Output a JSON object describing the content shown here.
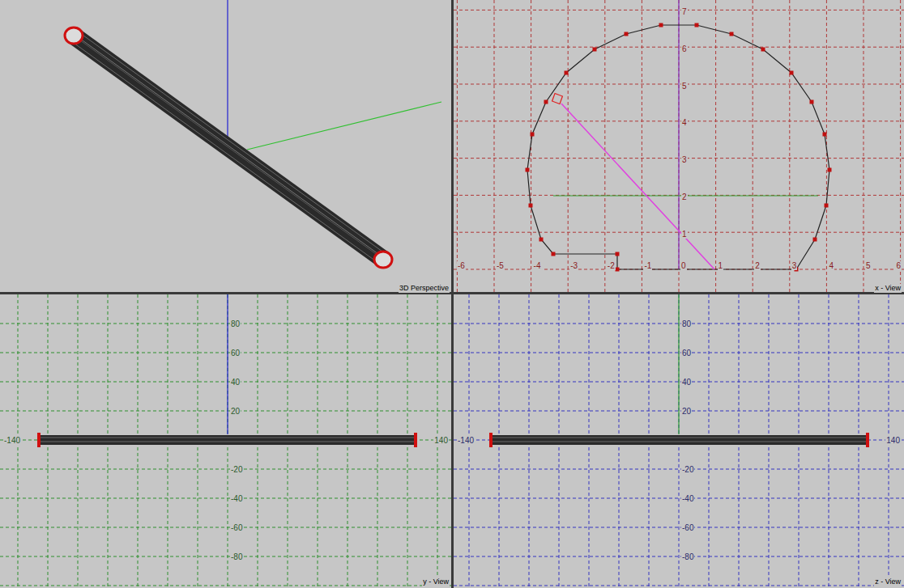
{
  "diagram": {
    "labels": [
      "3D Perspective",
      "x - View",
      "-6",
      "-5",
      "-4",
      "-3",
      "-2",
      "-1",
      "0",
      "1",
      "2",
      "3",
      "4",
      "5",
      "6",
      "1",
      "2",
      "3",
      "4",
      "5",
      "6",
      "7",
      "y - View",
      "80",
      "60",
      "40",
      "20",
      "-20",
      "-40",
      "-60",
      "-80",
      "-140",
      "140",
      "z - View",
      "80",
      "60",
      "40",
      "20",
      "-20",
      "-40",
      "-60",
      "-80",
      "-140",
      "140"
    ]
  }
}
